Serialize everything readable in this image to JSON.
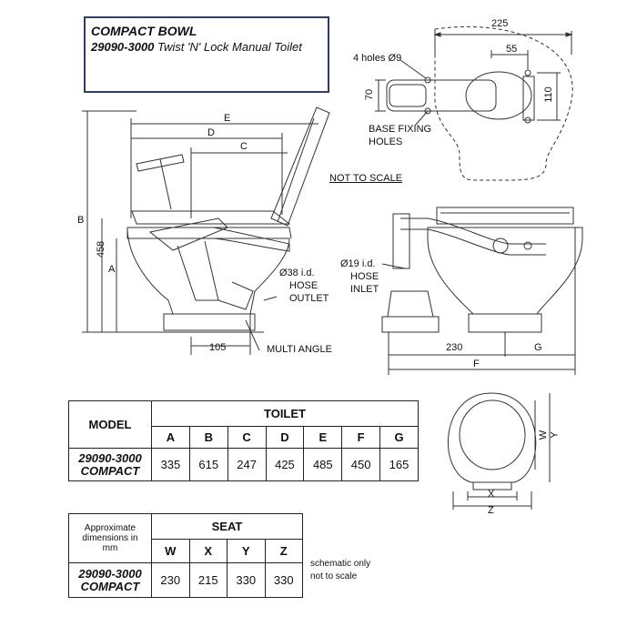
{
  "title": {
    "line1": "COMPACT BOWL",
    "part_number": "29090-3000",
    "line2_rest": " Twist 'N' Lock Manual Toilet"
  },
  "labels": {
    "holes": "4 holes Ø9",
    "base_fixing_1": "BASE FIXING",
    "base_fixing_2": "HOLES",
    "not_to_scale": "NOT TO SCALE",
    "hose_outlet_1": "Ø38 i.d.",
    "hose_outlet_2": "HOSE",
    "hose_outlet_3": "OUTLET",
    "hose_inlet_1": "Ø19 i.d.",
    "hose_inlet_2": "HOSE",
    "hose_inlet_3": "INLET",
    "multi_angle": "MULTI ANGLE"
  },
  "dimensions": {
    "d225": "225",
    "d55": "55",
    "d70": "70",
    "d110": "110",
    "E": "E",
    "D": "D",
    "C": "C",
    "B": "B",
    "A": "A",
    "d458": "458",
    "d105": "105",
    "d230": "230",
    "G": "G",
    "F": "F",
    "W": "W",
    "Y": "Y",
    "X": "X",
    "Z": "Z"
  },
  "toilet_table": {
    "model_header": "MODEL",
    "group_header": "TOILET",
    "columns": [
      "A",
      "B",
      "C",
      "D",
      "E",
      "F",
      "G"
    ],
    "model_line1": "29090-3000",
    "model_line2": "COMPACT",
    "values": [
      "335",
      "615",
      "247",
      "425",
      "485",
      "450",
      "165"
    ]
  },
  "seat_table": {
    "approx_1": "Approximate",
    "approx_2": "dimensions in",
    "approx_3": "mm",
    "group_header": "SEAT",
    "columns": [
      "W",
      "X",
      "Y",
      "Z"
    ],
    "model_line1": "29090-3000",
    "model_line2": "COMPACT",
    "values": [
      "230",
      "215",
      "330",
      "330"
    ]
  },
  "note": {
    "line1": "schematic only",
    "line2": "not to scale"
  }
}
